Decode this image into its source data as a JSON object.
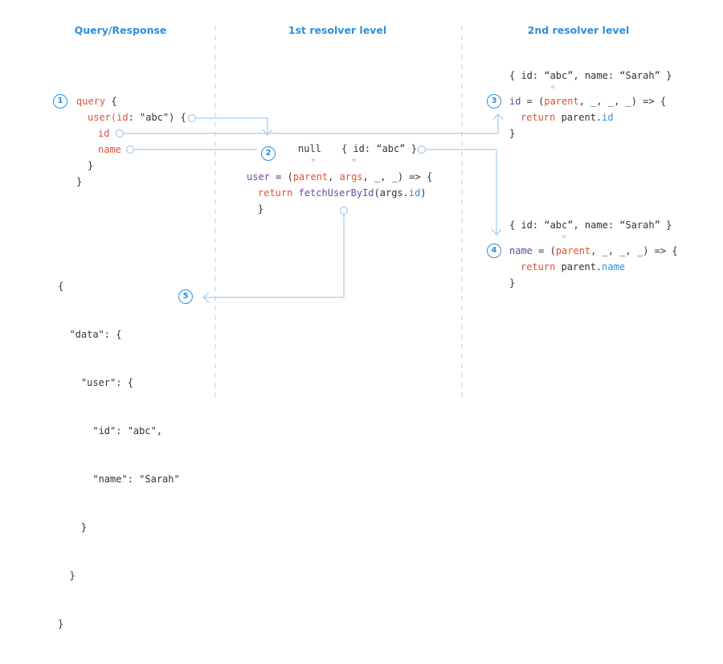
{
  "columns": {
    "query_response": "Query/Response",
    "first_level": "1st resolver level",
    "second_level": "2nd resolver level"
  },
  "steps": [
    "1",
    "2",
    "3",
    "4",
    "5"
  ],
  "query": {
    "kw": "query",
    "open": " {",
    "user_fn": "user(",
    "arg_name": "id",
    "arg_sep": ": ",
    "arg_val": "\"abc\"",
    "arg_close": ") {",
    "field_id": "id",
    "field_name": "name",
    "close_inner": "}",
    "close_outer": "}"
  },
  "level1": {
    "parent_value": "null",
    "args_value": "{ id: “abc” }",
    "eq_marks": [
      "=",
      "="
    ],
    "line1": {
      "name": "user",
      "assign": " = (",
      "parent": "parent",
      "sep1": ", ",
      "args": "args",
      "rest": ", _, _) => {"
    },
    "line2": {
      "kw": "return",
      "space": " ",
      "fn": "fetchUserById",
      "arg": "(args.",
      "prop": "id",
      "close": ")"
    },
    "line3": "}"
  },
  "level2_id": {
    "parent_value": "{ id: “abc”, name: “Sarah” }",
    "eq_mark": "=",
    "line1": {
      "name": "id",
      "assign": " = (",
      "parent": "parent",
      "rest": ", _, _, _) => {"
    },
    "line2": {
      "kw": "return",
      "obj": " parent.",
      "prop": "id"
    },
    "line3": "}"
  },
  "level2_name": {
    "parent_value": "{ id: “abc”, name: “Sarah” }",
    "eq_mark": "=",
    "line1": {
      "name": "name",
      "assign": " = (",
      "parent": "parent",
      "rest": ", _, _, _) => {"
    },
    "line2": {
      "kw": "return",
      "obj": " parent.",
      "prop": "name"
    },
    "line3": "}"
  },
  "response": {
    "lines": [
      "{",
      "  \"data\": {",
      "    \"user\": {",
      "      \"id\": \"abc\",",
      "      \"name\": \"Sarah\"",
      "    }",
      "  }",
      "}"
    ]
  },
  "colors": {
    "accent": "#2f8fd8",
    "arrow": "#a9cdef",
    "divider": "#cccccc",
    "keyword": "#d8543c",
    "function": "#6a4aa0",
    "text": "#333333"
  }
}
